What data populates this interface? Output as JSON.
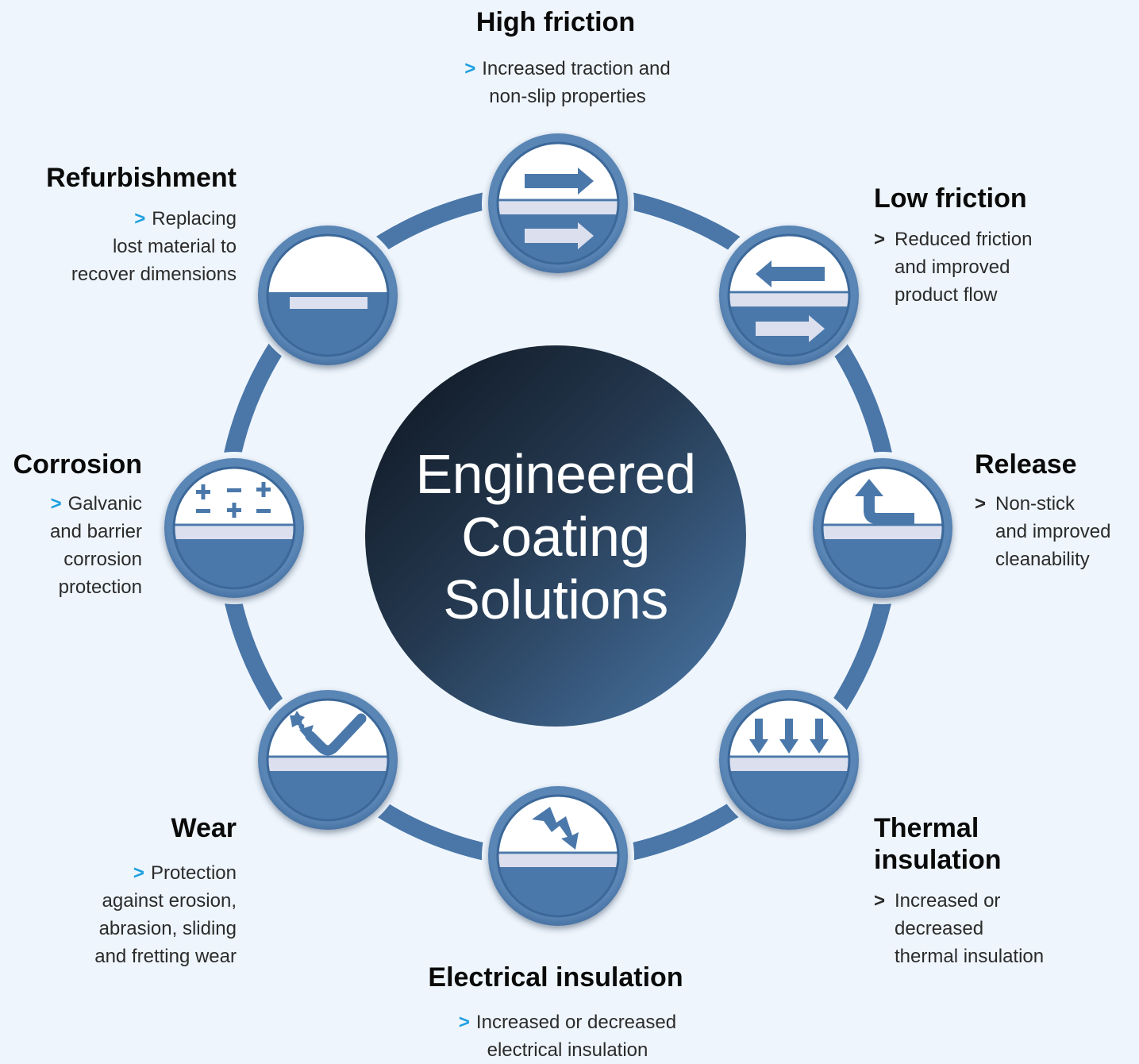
{
  "center_title": "Engineered\nCoating\nSolutions",
  "bullet_marker": ">",
  "colors": {
    "background": "#eef5fc",
    "ring": "#4a76a8",
    "icon_fill": "#4b78aa",
    "icon_stripe": "#dcdfee",
    "bullet": "#1d9fe0"
  },
  "items": [
    {
      "icon": "high-friction-icon",
      "title": "High friction",
      "desc": "Increased traction and\nnon-slip properties"
    },
    {
      "icon": "low-friction-icon",
      "title": "Low friction",
      "desc": "Reduced friction\nand improved\nproduct flow"
    },
    {
      "icon": "release-icon",
      "title": "Release",
      "desc": "Non-stick\nand improved\ncleanability"
    },
    {
      "icon": "thermal-insulation-icon",
      "title": "Thermal\ninsulation",
      "desc": "Increased or\ndecreased\nthermal insulation"
    },
    {
      "icon": "electrical-insulation-icon",
      "title": "Electrical insulation",
      "desc": "Increased or decreased\nelectrical insulation"
    },
    {
      "icon": "wear-icon",
      "title": "Wear",
      "desc": "Protection\nagainst erosion,\nabrasion, sliding\nand fretting wear"
    },
    {
      "icon": "corrosion-icon",
      "title": "Corrosion",
      "desc": "Galvanic\nand barrier\ncorrosion\nprotection"
    },
    {
      "icon": "refurbishment-icon",
      "title": "Refurbishment",
      "desc": "Replacing\nlost material to\nrecover dimensions"
    }
  ]
}
